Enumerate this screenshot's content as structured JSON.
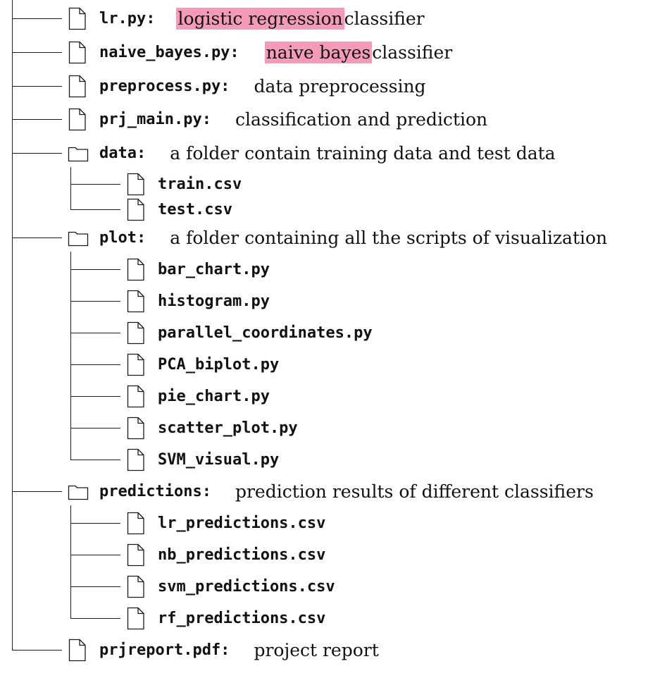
{
  "icons": {
    "file": "file-icon",
    "folder": "folder-icon"
  },
  "colors": {
    "highlight": "#f59ab9",
    "line": "#1a1a1a"
  },
  "tree": [
    {
      "name": "lr.py:",
      "kind": "file",
      "desc": [
        {
          "text": "logistic regression",
          "highlight": true
        },
        {
          "text": " classifier"
        }
      ]
    },
    {
      "name": "naive_bayes.py:",
      "kind": "file",
      "desc": [
        {
          "text": "naive bayes",
          "highlight": true
        },
        {
          "text": " classifier"
        }
      ]
    },
    {
      "name": "preprocess.py:",
      "kind": "file",
      "desc": [
        {
          "text": "data preprocessing"
        }
      ]
    },
    {
      "name": "prj_main.py:",
      "kind": "file",
      "desc": [
        {
          "text": "classification and prediction"
        }
      ]
    },
    {
      "name": "data:",
      "kind": "folder",
      "desc": [
        {
          "text": "a folder contain training data and test data"
        }
      ],
      "children": [
        {
          "name": "train.csv",
          "kind": "file"
        },
        {
          "name": "test.csv",
          "kind": "file"
        }
      ]
    },
    {
      "name": "plot:",
      "kind": "folder",
      "desc": [
        {
          "text": "a folder containing all the scripts of visualization"
        }
      ],
      "children": [
        {
          "name": "bar_chart.py",
          "kind": "file"
        },
        {
          "name": "histogram.py",
          "kind": "file"
        },
        {
          "name": "parallel_coordinates.py",
          "kind": "file"
        },
        {
          "name": "PCA_biplot.py",
          "kind": "file"
        },
        {
          "name": "pie_chart.py",
          "kind": "file"
        },
        {
          "name": "scatter_plot.py",
          "kind": "file"
        },
        {
          "name": "SVM_visual.py",
          "kind": "file"
        }
      ]
    },
    {
      "name": "predictions:",
      "kind": "folder",
      "desc": [
        {
          "text": "prediction results of different classifiers"
        }
      ],
      "children": [
        {
          "name": "lr_predictions.csv",
          "kind": "file"
        },
        {
          "name": "nb_predictions.csv",
          "kind": "file"
        },
        {
          "name": "svm_predictions.csv",
          "kind": "file"
        },
        {
          "name": "rf_predictions.csv",
          "kind": "file"
        }
      ]
    },
    {
      "name": "prjreport.pdf:",
      "kind": "file",
      "desc": [
        {
          "text": "project report"
        }
      ]
    }
  ]
}
